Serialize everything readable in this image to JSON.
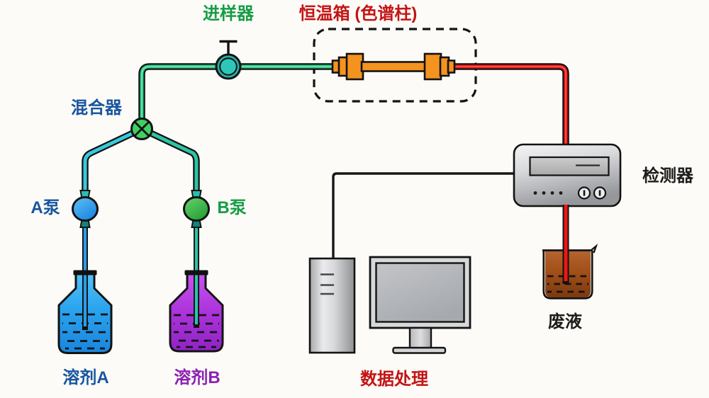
{
  "labels": {
    "injector": "进样器",
    "oven": "恒温箱 (色谱柱)",
    "mixer": "混合器",
    "pump_a": "A泵",
    "pump_b": "B泵",
    "solvent_a": "溶剂A",
    "solvent_b": "溶剂B",
    "detector": "检测器",
    "waste": "废液",
    "data_processing": "数据处理"
  },
  "colors": {
    "label_green": "#169c44",
    "label_red": "#c31414",
    "label_blue": "#17559f",
    "label_purple": "#8c1fb4",
    "label_black": "#1c1c1c",
    "tube_mobile_phase_green": "#27c582",
    "tube_solvent_a_cyan": "#38c9db",
    "tube_solvent_b_teal": "#2cc4a4",
    "tube_bottle_a_blue": "#2b9ce8",
    "tube_effluent_red": "#ee1616",
    "column_orange": "#f59320",
    "mixer_fill": "#3fd062",
    "injector_fill": "#2fc6ba",
    "pump_a_fill": "#2f9fe8",
    "pump_b_fill": "#46bc52",
    "bottle_a_fill": "#2aa3ee",
    "bottle_b_fill": "#ab33da",
    "waste_brown": "#a24f18",
    "device_gray": "#c9cacd",
    "background": "#fcfbf7"
  }
}
